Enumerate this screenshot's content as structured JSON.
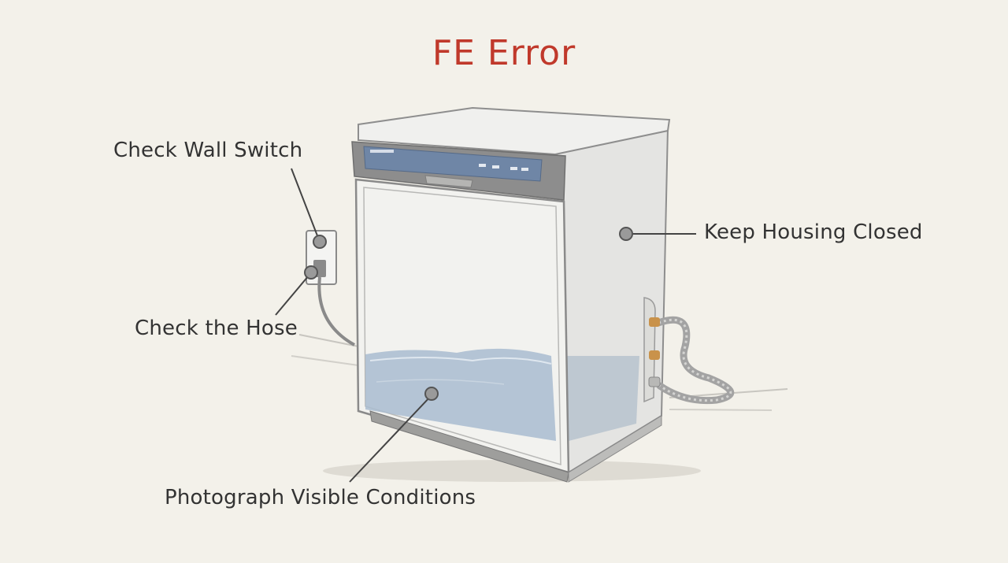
{
  "diagram": {
    "title": "FE Error",
    "callouts": [
      {
        "id": "wall-switch",
        "label": "Check Wall Switch"
      },
      {
        "id": "hose",
        "label": "Check the Hose"
      },
      {
        "id": "housing",
        "label": "Keep Housing Closed"
      },
      {
        "id": "photo",
        "label": "Photograph Visible Conditions"
      }
    ]
  },
  "colors": {
    "background": "#f3f1ea",
    "title": "#c0392b",
    "text": "#333333",
    "control_panel": "#6f86a6",
    "water": "#a9bcd0",
    "fitting": "#c9924a"
  }
}
